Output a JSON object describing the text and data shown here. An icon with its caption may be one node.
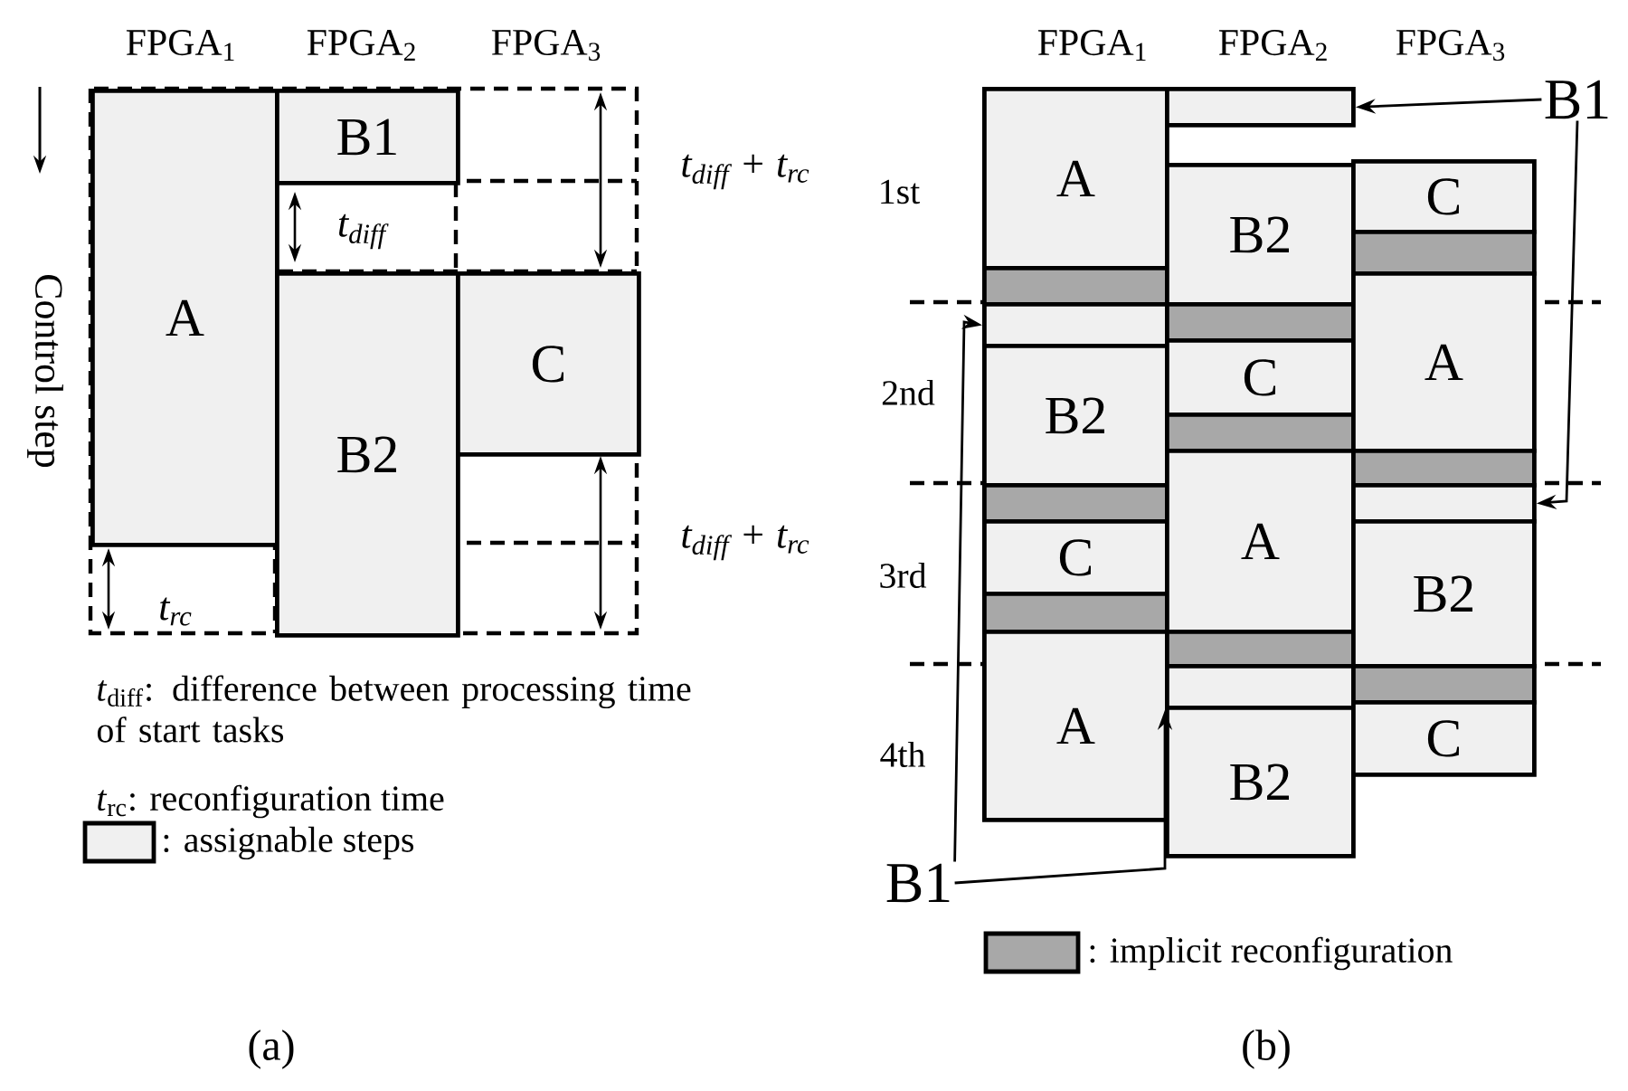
{
  "diagram": {
    "nodes": [
      {
        "text": [
          "A"
        ]
      },
      {
        "text": [
          "B1"
        ]
      },
      {
        "text": [
          "B2"
        ]
      },
      {
        "text": [
          "C"
        ]
      },
      {
        "text": [
          "A"
        ]
      },
      {
        "text": [],
        "shape": "bar"
      },
      {
        "text": [],
        "shape": "box"
      },
      {
        "text": [
          "B2"
        ]
      },
      {
        "text": [],
        "shape": "bar"
      },
      {
        "text": [
          "C"
        ]
      },
      {
        "text": [],
        "shape": "bar"
      },
      {
        "text": [
          "A"
        ]
      },
      {
        "text": [],
        "shape": "box"
      },
      {
        "text": [
          "B2"
        ]
      },
      {
        "text": [],
        "shape": "bar"
      },
      {
        "text": [
          "C"
        ]
      },
      {
        "text": [],
        "shape": "bar"
      },
      {
        "text": [
          "A"
        ]
      },
      {
        "text": [],
        "shape": "bar"
      },
      {
        "text": [],
        "shape": "box"
      },
      {
        "text": [
          "B2"
        ]
      },
      {
        "text": [
          "C"
        ]
      },
      {
        "text": [],
        "shape": "bar"
      },
      {
        "text": [
          "A"
        ]
      },
      {
        "text": [],
        "shape": "bar"
      },
      {
        "text": [],
        "shape": "box"
      },
      {
        "text": [
          "B2"
        ]
      },
      {
        "text": [],
        "shape": "bar"
      },
      {
        "text": [
          "C"
        ]
      },
      {
        "text": [
          "B1"
        ]
      },
      {
        "text": [
          "B1"
        ]
      }
    ],
    "edges": [
      {
        "from": 29,
        "to": 12,
        "arrow": "to"
      },
      {
        "from": 29,
        "to": 25,
        "arrow": "to"
      },
      {
        "from": 30,
        "to": 6,
        "arrow": "to"
      },
      {
        "from": 30,
        "to": 19,
        "arrow": "to"
      }
    ],
    "labels": [
      "FPGA$_{1}$",
      "FPGA$_{2}$",
      "FPGA$_{3}$",
      "FPGA$_{1}$",
      "FPGA$_{2}$",
      "FPGA$_{3}$",
      "t$_{diff}$ + t$_{rc}$",
      "1st",
      "t$_{diff}$",
      "Control step",
      "2nd",
      "t$_{diff}$ + t$_{rc}$",
      "3rd",
      "t$_{rc}$",
      "4th",
      "*t*$_{diff}$: difference between processing time of start tasks",
      "*t*$_{rc}$: reconfiguration time",
      "(a)",
      "(b)"
    ],
    "legend": [
      {
        "text": ": assignable steps",
        "color": "#f0f0f0"
      },
      {
        "text": ": implicit reconfiguration",
        "color": "#a8a8a8"
      }
    ]
  }
}
